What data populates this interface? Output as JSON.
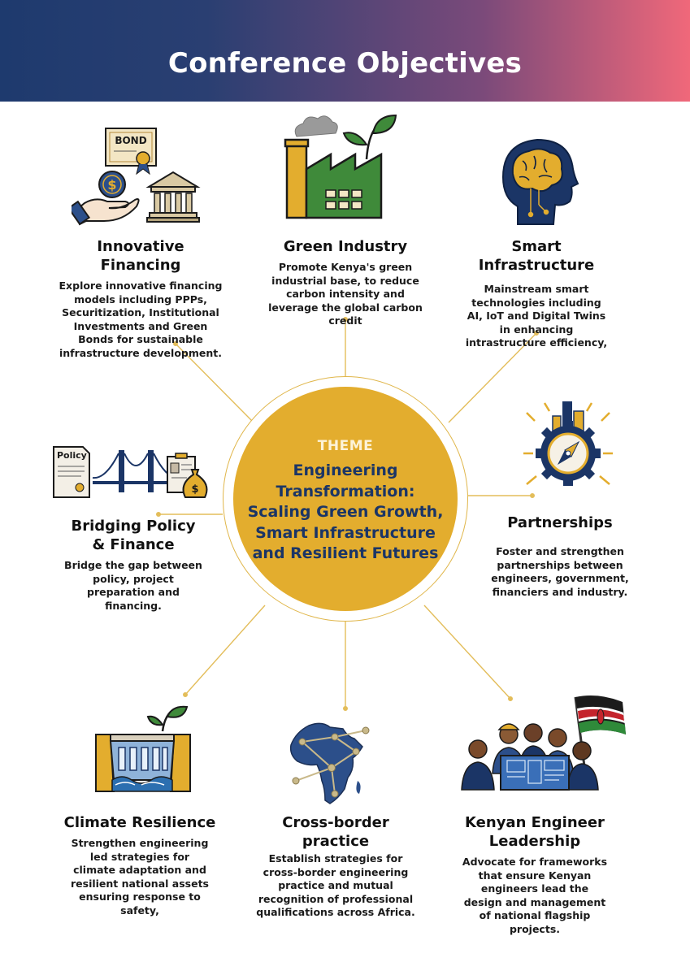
{
  "header": {
    "title": "Conference Objectives"
  },
  "theme": {
    "label": "THEME",
    "text": "Engineering Transformation: Scaling Green Growth, Smart Infrastructure and Resilient Futures"
  },
  "objectives": {
    "innovative_financing": {
      "title": "Innovative Financing",
      "description": "Explore innovative financing models including PPPs, Securitization, Institutional Investments and Green Bonds for sustainable infrastructure development.",
      "icon_label": "BOND"
    },
    "green_industry": {
      "title": "Green Industry",
      "description": "Promote Kenya's green industrial base, to reduce carbon intensity and leverage the global carbon credit"
    },
    "smart_infrastructure": {
      "title": "Smart Infrastructure",
      "description": "Mainstream smart technologies including AI, IoT and Digital Twins in enhancing intrastructure efficiency,"
    },
    "bridging_policy": {
      "title_line1": "Bridging Policy",
      "title_line2": "& Finance",
      "description": "Bridge the gap between policy, project preparation and financing.",
      "icon_label": "Policy"
    },
    "partnerships": {
      "title": "Partnerships",
      "description": "Foster and strengthen partnerships between engineers, government, financiers and industry."
    },
    "climate_resilience": {
      "title": "Climate Resilience",
      "description": "Strengthen engineering led strategies for climate adaptation and resilient national assets ensuring response to safety,"
    },
    "cross_border": {
      "title_line1": "Cross-border",
      "title_line2": "practice",
      "description": "Establish strategies for cross-border engineering practice and mutual recognition of professional qualifications across Africa."
    },
    "kenyan_leadership": {
      "title_line1": "Kenyan Engineer",
      "title_line2": "Leadership",
      "description": "Advocate for frameworks that ensure Kenyan engineers lead the design and management of national flagship projects."
    }
  },
  "colors": {
    "header_start": "#1e3a6e",
    "header_end": "#f0687a",
    "theme_circle": "#e3ad2e",
    "theme_text": "#1b3566",
    "connector": "#e3bd5a",
    "navy": "#1b3566",
    "green": "#3f8a3a"
  }
}
